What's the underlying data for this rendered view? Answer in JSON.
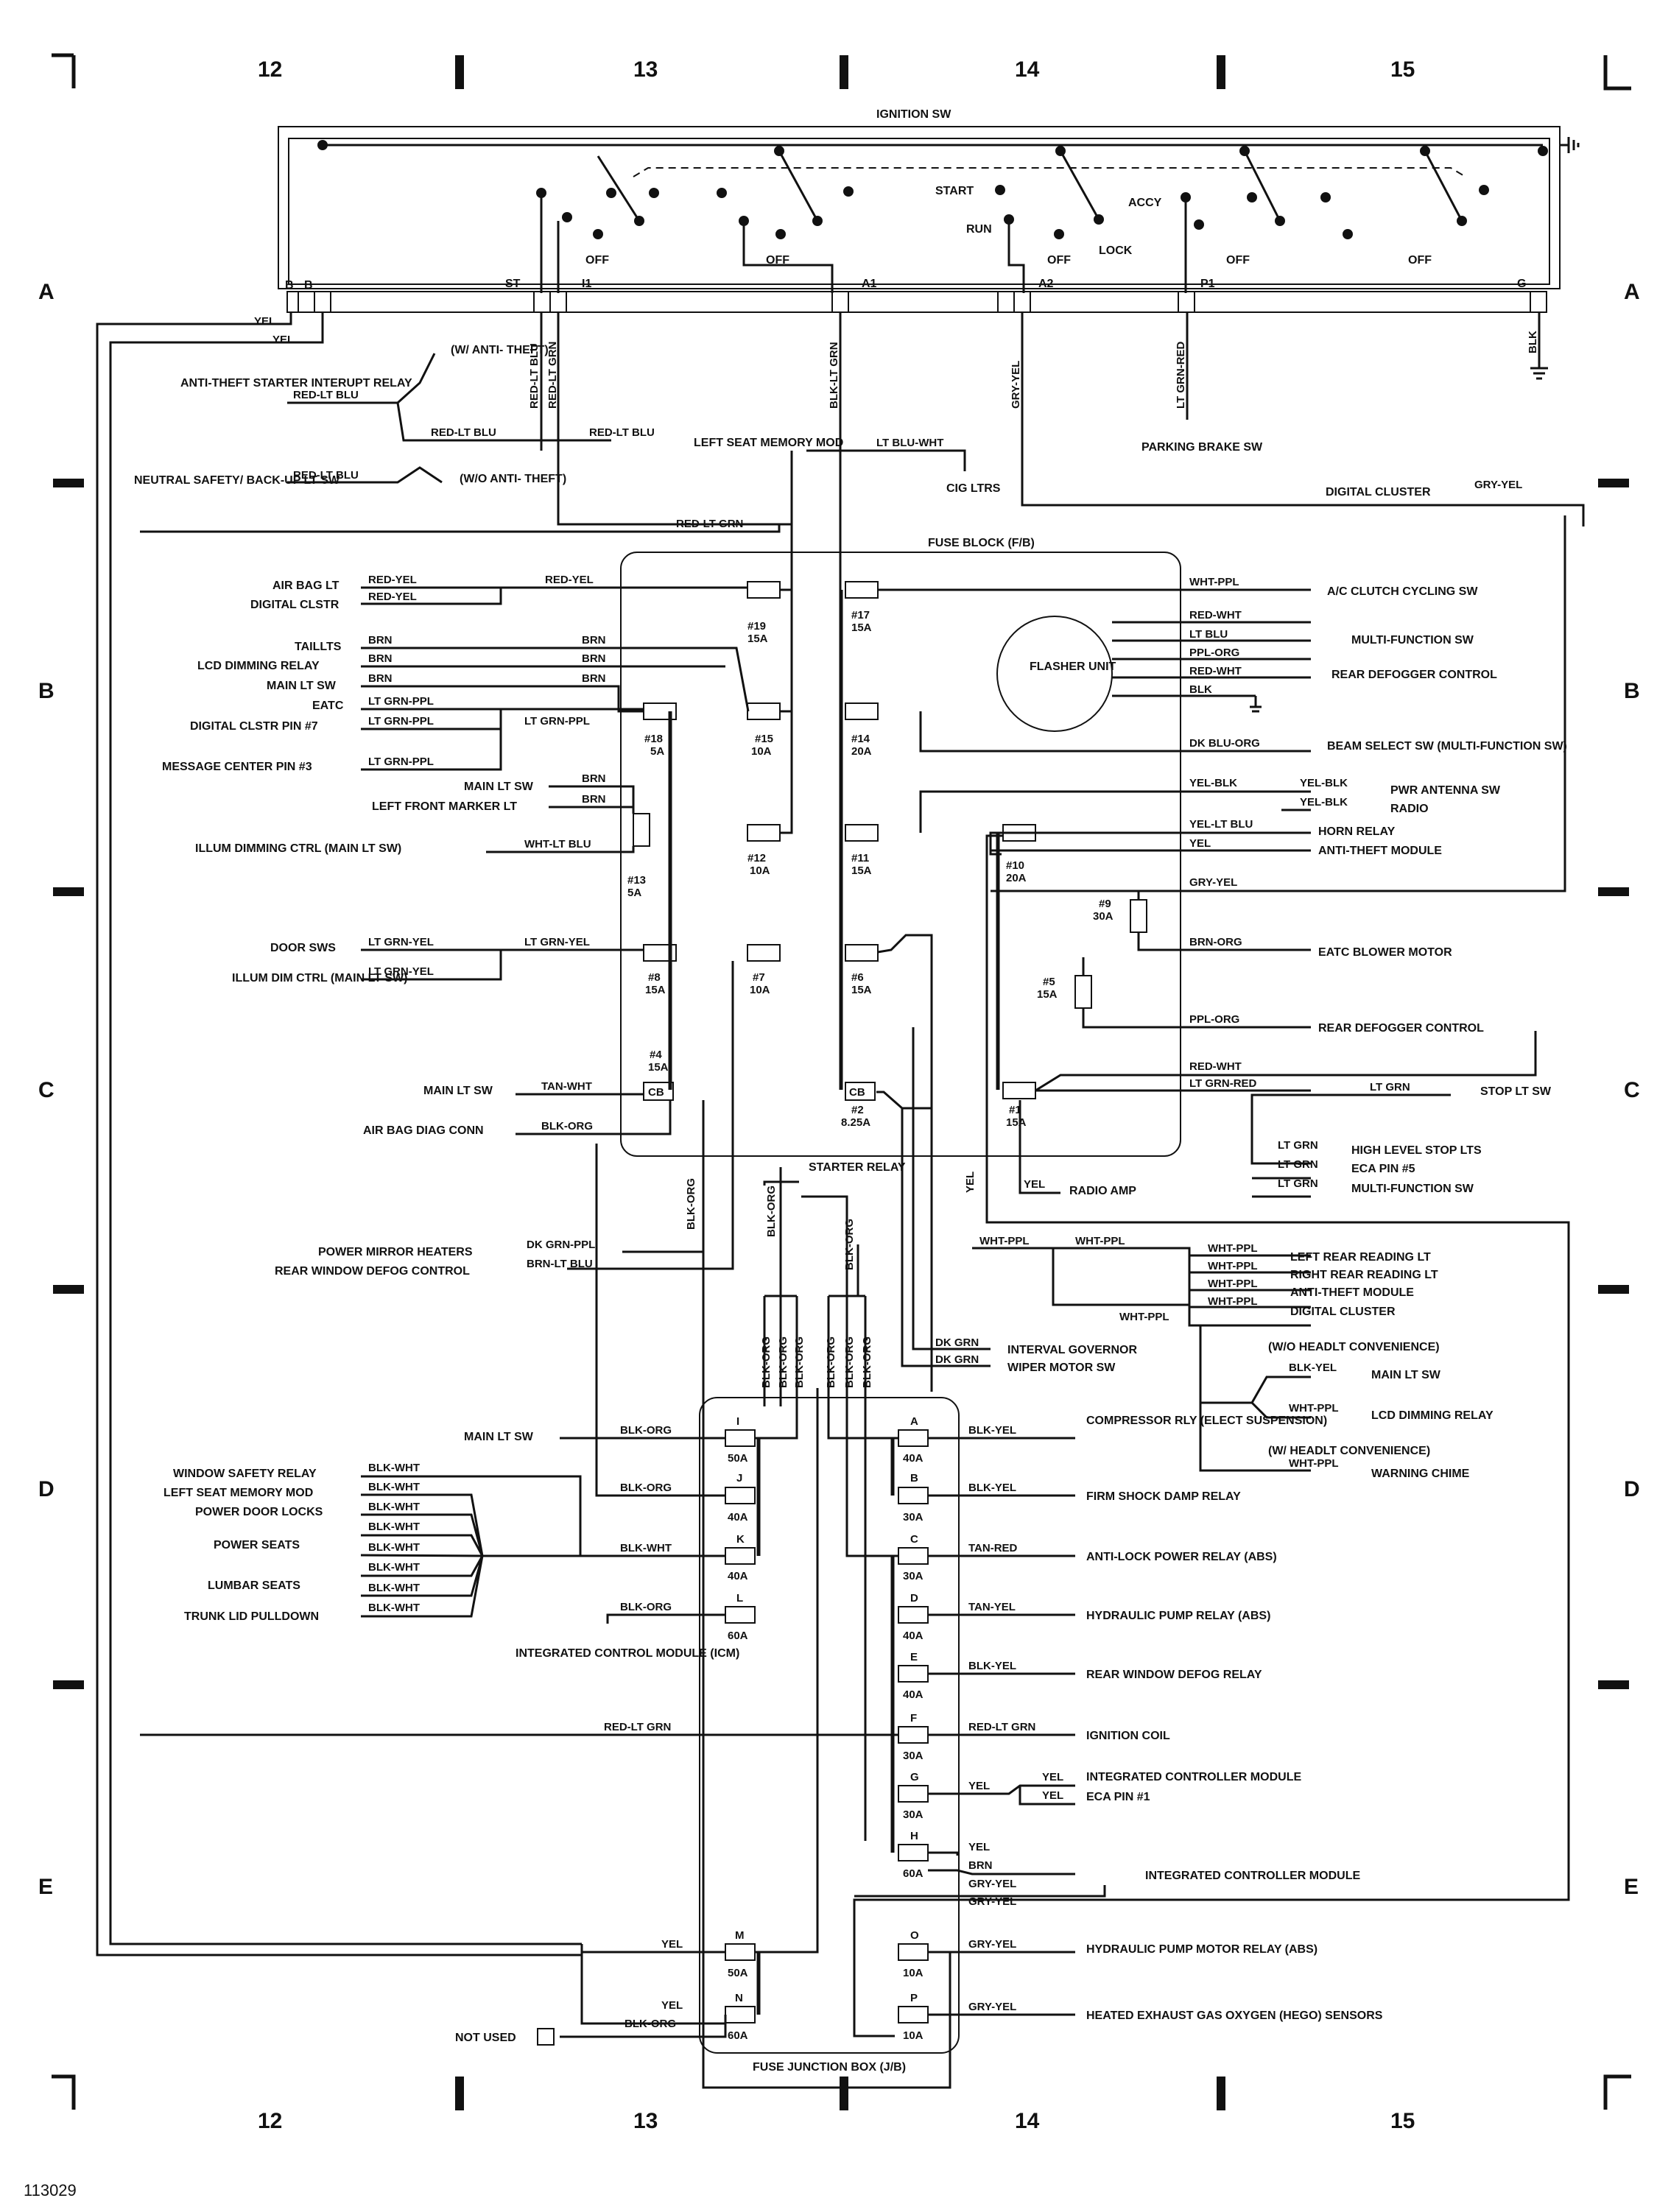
{
  "grid": {
    "columns": [
      "12",
      "13",
      "14",
      "15"
    ],
    "rows": [
      "A",
      "B",
      "C",
      "D",
      "E"
    ]
  },
  "figure_id": "113029",
  "ignition_switch": {
    "title": "IGNITION SW",
    "terminals": [
      "B",
      "B",
      "ST",
      "I1",
      "A1",
      "A2",
      "P1",
      "G"
    ],
    "positions": [
      "OFF",
      "OFF",
      "START",
      "RUN",
      "OFF",
      "LOCK",
      "ACCY",
      "OFF",
      "OFF"
    ]
  },
  "top_wires": {
    "yel_a": "YEL",
    "yel_b": "YEL",
    "red_lt_blu": "RED-LT BLU",
    "red_lt_grn": "RED-LT GRN",
    "blk_lt_grn": "BLK-LT GRN",
    "gry_yel": "GRY-YEL",
    "lt_grn_red": "LT GRN-RED",
    "blk": "BLK"
  },
  "relay_section": {
    "anti_theft": "ANTI-THEFT STARTER INTERUPT RELAY",
    "neutral_safety": "NEUTRAL SAFETY/ BACK-UP LT SW",
    "w_anti_theft": "(W/ ANTI- THEFT)",
    "wo_anti_theft": "(W/O ANTI- THEFT)",
    "wire_1": "RED-LT BLU",
    "wire_2": "RED-LT BLU",
    "wire_3": "RED-LT BLU",
    "wire_4": "RED-LT BLU",
    "left_seat_memory": "LEFT SEAT MEMORY MOD",
    "cig_ltrs_wire": "LT BLU-WHT",
    "cig_ltrs": "CIG LTRS",
    "parking_brake": "PARKING BRAKE SW",
    "digital_cluster": "DIGITAL CLUSTER",
    "digital_cluster_wire": "GRY-YEL",
    "red_lt_grn": "RED-LT GRN"
  },
  "fuse_block": {
    "title": "FUSE BLOCK (F/B)",
    "fuses": [
      {
        "id": "#19",
        "amp": "15A"
      },
      {
        "id": "#17",
        "amp": "15A"
      },
      {
        "id": "#18",
        "amp": "5A"
      },
      {
        "id": "#15",
        "amp": "10A"
      },
      {
        "id": "#14",
        "amp": "20A"
      },
      {
        "id": "#13",
        "amp": "5A"
      },
      {
        "id": "#12",
        "amp": "10A"
      },
      {
        "id": "#11",
        "amp": "15A"
      },
      {
        "id": "#10",
        "amp": "20A"
      },
      {
        "id": "#9",
        "amp": "30A"
      },
      {
        "id": "#8",
        "amp": "15A"
      },
      {
        "id": "#7",
        "amp": "10A"
      },
      {
        "id": "#6",
        "amp": "15A"
      },
      {
        "id": "#5",
        "amp": "15A"
      },
      {
        "id": "#4",
        "amp": "15A"
      },
      {
        "id": "#2",
        "amp": "8.25A"
      },
      {
        "id": "#1",
        "amp": "15A"
      }
    ],
    "cb": "CB",
    "flasher": "FLASHER UNIT"
  },
  "left_loads": [
    {
      "name": "AIR BAG LT",
      "wire": "RED-YEL"
    },
    {
      "name": "DIGITAL CLSTR",
      "wire": "RED-YEL"
    },
    {
      "name": "TAILLTS",
      "wire": "BRN"
    },
    {
      "name": "LCD DIMMING RELAY",
      "wire": "BRN"
    },
    {
      "name": "MAIN LT SW",
      "wire": "BRN"
    },
    {
      "name": "EATC",
      "wire": "LT GRN-PPL"
    },
    {
      "name": "DIGITAL CLSTR PIN #7",
      "wire": "LT GRN-PPL"
    },
    {
      "name": "MESSAGE CENTER PIN #3",
      "wire": "LT GRN-PPL"
    },
    {
      "name": "MAIN LT SW",
      "wire": "BRN"
    },
    {
      "name": "LEFT FRONT MARKER LT",
      "wire": "BRN"
    },
    {
      "name": "ILLUM DIMMING CTRL (MAIN LT SW)",
      "wire": "WHT-LT BLU"
    },
    {
      "name": "DOOR SWS",
      "wire": "LT GRN-YEL"
    },
    {
      "name": "ILLUM DIM CTRL (MAIN LT SW)",
      "wire": "LT GRN-YEL"
    },
    {
      "name": "MAIN LT SW",
      "wire": "TAN-WHT"
    },
    {
      "name": "AIR BAG DIAG CONN",
      "wire": "BLK-ORG"
    }
  ],
  "bus_wires": {
    "red_yel": "RED-YEL",
    "brn_1": "BRN",
    "brn_2": "BRN",
    "brn_3": "BRN",
    "lt_grn_ppl": "LT GRN-PPL",
    "lt_grn_yel": "LT GRN-YEL"
  },
  "right_loads": [
    {
      "name": "A/C CLUTCH CYCLING SW",
      "wire": "WHT-PPL"
    },
    {
      "name": "MULTI-FUNCTION SW",
      "wire": "RED-WHT"
    },
    {
      "name": "",
      "wire": "LT BLU"
    },
    {
      "name": "",
      "wire": "PPL-ORG"
    },
    {
      "name": "REAR DEFOGGER CONTROL",
      "wire": "RED-WHT"
    },
    {
      "name": "",
      "wire": "BLK"
    },
    {
      "name": "BEAM SELECT SW (MULTI-FUNCTION SW)",
      "wire": "DK BLU-ORG"
    },
    {
      "name": "PWR ANTENNA SW",
      "wire": "YEL-BLK"
    },
    {
      "name": "RADIO",
      "wire": "YEL-BLK"
    },
    {
      "name": "HORN RELAY",
      "wire": "YEL-LT BLU"
    },
    {
      "name": "ANTI-THEFT MODULE",
      "wire": "YEL"
    },
    {
      "name": "EATC BLOWER MOTOR",
      "wire": "BRN-ORG"
    },
    {
      "name": "REAR DEFOGGER CONTROL",
      "wire": "PPL-ORG"
    },
    {
      "name": "STOP LT SW",
      "wire": "LT GRN"
    },
    {
      "name": "HIGH LEVEL STOP LTS",
      "wire": "LT GRN"
    },
    {
      "name": "ECA PIN #5",
      "wire": "LT GRN"
    },
    {
      "name": "MULTI-FUNCTION SW",
      "wire": "LT GRN"
    }
  ],
  "right_misc": {
    "yel_blk": "YEL-BLK",
    "gry_yel": "GRY-YEL",
    "red_wht": "RED-WHT",
    "lt_grn_red": "LT GRN-RED",
    "radio_amp": "RADIO AMP",
    "yel": "YEL",
    "yel_2": "YEL"
  },
  "middle": {
    "starter_relay": "STARTER RELAY",
    "blk_org_1": "BLK-ORG",
    "blk_org_2": "BLK-ORG",
    "blk_org_3": "BLK-ORG",
    "power_mirror": "POWER MIRROR HEATERS",
    "power_mirror_wire": "DK GRN-PPL",
    "rear_window_defog": "REAR WINDOW DEFOG CONTROL",
    "rear_window_defog_wire": "BRN-LT BLU",
    "wht_ppl_a": "WHT-PPL",
    "wht_ppl_b": "WHT-PPL",
    "wht_ppl_c": "WHT-PPL",
    "interval_governor": "INTERVAL GOVERNOR",
    "wiper_motor": "WIPER MOTOR SW",
    "dk_grn": "DK GRN",
    "dk_grn_2": "DK GRN",
    "vert_wires": [
      "BLK-ORG",
      "BLK-ORG",
      "BLK-ORG",
      "BLK-ORG",
      "BLK-ORG",
      "BLK-ORG"
    ]
  },
  "mid_right_loads": [
    {
      "name": "LEFT REAR READING LT",
      "wire": "WHT-PPL"
    },
    {
      "name": "RIGHT REAR READING LT",
      "wire": "WHT-PPL"
    },
    {
      "name": "ANTI-THEFT MODULE",
      "wire": "WHT-PPL"
    },
    {
      "name": "DIGITAL CLUSTER",
      "wire": "WHT-PPL"
    },
    {
      "name": "MAIN LT SW",
      "wire": "BLK-YEL"
    },
    {
      "name": "LCD DIMMING RELAY",
      "wire": "WHT-PPL"
    },
    {
      "name": "WARNING CHIME",
      "wire": "WHT-PPL"
    }
  ],
  "headlt": {
    "wo": "(W/O HEADLT CONVENIENCE)",
    "w": "(W/ HEADLT CONVENIENCE)"
  },
  "junction_box": {
    "title": "FUSE JUNCTION BOX (J/B)",
    "left_fuses": [
      {
        "id": "I",
        "amp": "50A"
      },
      {
        "id": "J",
        "amp": "40A"
      },
      {
        "id": "K",
        "amp": "40A"
      },
      {
        "id": "L",
        "amp": "60A"
      },
      {
        "id": "M",
        "amp": "50A"
      },
      {
        "id": "N",
        "amp": "60A"
      }
    ],
    "right_fuses": [
      {
        "id": "A",
        "amp": "40A"
      },
      {
        "id": "B",
        "amp": "30A"
      },
      {
        "id": "C",
        "amp": "30A"
      },
      {
        "id": "D",
        "amp": "40A"
      },
      {
        "id": "E",
        "amp": "40A"
      },
      {
        "id": "F",
        "amp": "30A"
      },
      {
        "id": "G",
        "amp": "30A"
      },
      {
        "id": "H",
        "amp": "60A"
      },
      {
        "id": "O",
        "amp": "10A"
      },
      {
        "id": "P",
        "amp": "10A"
      }
    ]
  },
  "jb_left_loads": [
    {
      "name": "MAIN LT SW",
      "wire": "BLK-ORG"
    },
    {
      "name": "",
      "wire": "BLK-ORG"
    },
    {
      "name": "",
      "wire": "BLK-WHT"
    },
    {
      "name": "",
      "wire": "BLK-ORG"
    }
  ],
  "seat_group": {
    "items": [
      {
        "name": "WINDOW SAFETY RELAY",
        "wire": "BLK-WHT"
      },
      {
        "name": "LEFT SEAT MEMORY MOD",
        "wire": "BLK-WHT"
      },
      {
        "name": "POWER DOOR LOCKS",
        "wire": "BLK-WHT"
      },
      {
        "name": "POWER SEATS",
        "wire": "BLK-WHT"
      },
      {
        "name": "",
        "wire": "BLK-WHT"
      },
      {
        "name": "LUMBAR SEATS",
        "wire": "BLK-WHT"
      },
      {
        "name": "",
        "wire": "BLK-WHT"
      },
      {
        "name": "TRUNK LID PULLDOWN",
        "wire": "BLK-WHT"
      }
    ],
    "icm": "INTEGRATED CONTROL MODULE (ICM)"
  },
  "jb_right_loads": [
    {
      "name": "COMPRESSOR RLY (ELECT SUSPENSION)",
      "wire": "BLK-YEL"
    },
    {
      "name": "FIRM SHOCK DAMP RELAY",
      "wire": "BLK-YEL"
    },
    {
      "name": "ANTI-LOCK POWER RELAY (ABS)",
      "wire": "TAN-RED"
    },
    {
      "name": "HYDRAULIC PUMP RELAY (ABS)",
      "wire": "TAN-YEL"
    },
    {
      "name": "REAR WINDOW DEFOG RELAY",
      "wire": "BLK-YEL"
    },
    {
      "name": "IGNITION COIL",
      "wire": "RED-LT GRN"
    },
    {
      "name": "INTEGRATED CONTROLLER MODULE",
      "wire": "YEL"
    },
    {
      "name": "ECA PIN #1",
      "wire": "YEL"
    },
    {
      "name": "INTEGRATED CONTROLLER MODULE",
      "wire": "BRN"
    },
    {
      "name": "HYDRAULIC PUMP MOTOR RELAY (ABS)",
      "wire": "GRY-YEL"
    },
    {
      "name": "HEATED EXHAUST GAS OXYGEN (HEGO) SENSORS",
      "wire": "GRY-YEL"
    }
  ],
  "bottom_misc": {
    "red_lt_grn": "RED-LT GRN",
    "yel_g": "YEL",
    "yel_h": "YEL",
    "gry_yel_1": "GRY-YEL",
    "gry_yel_2": "GRY-YEL",
    "yel_m": "YEL",
    "yel_n": "YEL",
    "blk_org_n": "BLK-ORG",
    "not_used": "NOT USED"
  }
}
